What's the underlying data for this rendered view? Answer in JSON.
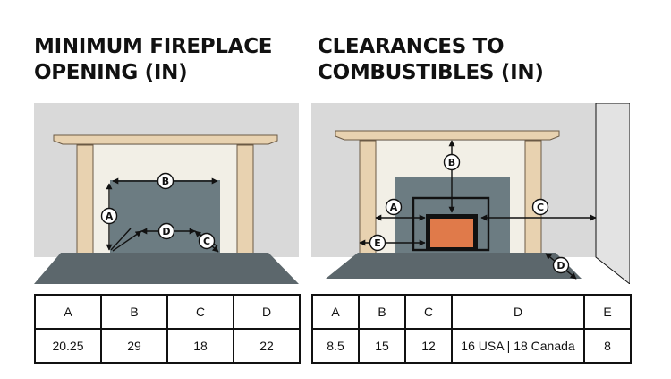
{
  "left": {
    "title_lines": [
      "MINIMUM FIREPLACE",
      "OPENING (IN)"
    ],
    "markers": [
      "A",
      "B",
      "C",
      "D"
    ],
    "table": {
      "headers": [
        "A",
        "B",
        "C",
        "D"
      ],
      "values": [
        "20.25",
        "29",
        "18",
        "22"
      ]
    }
  },
  "right": {
    "title_lines": [
      "CLEARANCES TO",
      "COMBUSTIBLES (IN)"
    ],
    "markers": [
      "A",
      "B",
      "C",
      "D",
      "E"
    ],
    "table": {
      "headers": [
        "A",
        "B",
        "C",
        "D",
        "E"
      ],
      "values": [
        "8.5",
        "15",
        "12",
        "16 USA | 18 Canada",
        "8"
      ]
    }
  },
  "colors": {
    "wall": "#d9d9d9",
    "mantel": "#e8d2b0",
    "surround": "#f2efe6",
    "firebox": "#6c7c82",
    "hearth": "#5c676c",
    "insert": "#e07a4a"
  }
}
